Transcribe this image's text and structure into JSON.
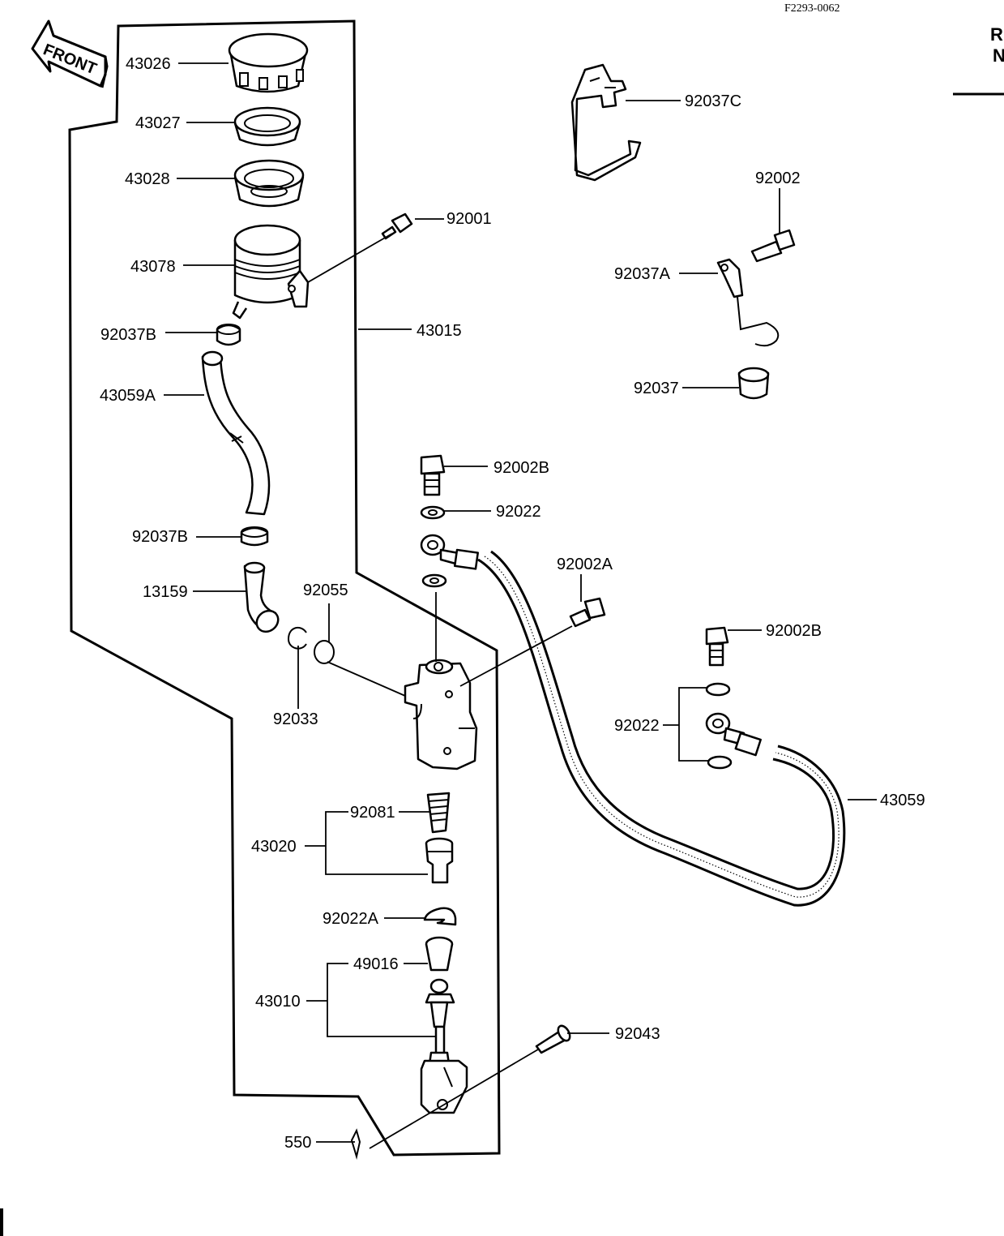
{
  "document": {
    "drawing_code": "F2293-0062",
    "corner_text": [
      "R",
      "N"
    ],
    "direction_label": "FRONT"
  },
  "assembly": {
    "number": "43015"
  },
  "parts": [
    {
      "id": "p-43026",
      "label": "43026"
    },
    {
      "id": "p-43027",
      "label": "43027"
    },
    {
      "id": "p-43028",
      "label": "43028"
    },
    {
      "id": "p-92001",
      "label": "92001"
    },
    {
      "id": "p-43078",
      "label": "43078"
    },
    {
      "id": "p-92037B-upper",
      "label": "92037B"
    },
    {
      "id": "p-43059A",
      "label": "43059A"
    },
    {
      "id": "p-92037B-lower",
      "label": "92037B"
    },
    {
      "id": "p-13159",
      "label": "13159"
    },
    {
      "id": "p-92055",
      "label": "92055"
    },
    {
      "id": "p-92033",
      "label": "92033"
    },
    {
      "id": "p-92037C",
      "label": "92037C"
    },
    {
      "id": "p-92002",
      "label": "92002"
    },
    {
      "id": "p-92037A",
      "label": "92037A"
    },
    {
      "id": "p-92037",
      "label": "92037"
    },
    {
      "id": "p-92002B-upper",
      "label": "92002B"
    },
    {
      "id": "p-92022-upper",
      "label": "92022"
    },
    {
      "id": "p-92002A",
      "label": "92002A"
    },
    {
      "id": "p-92002B-right",
      "label": "92002B"
    },
    {
      "id": "p-92022-right",
      "label": "92022"
    },
    {
      "id": "p-43059",
      "label": "43059"
    },
    {
      "id": "p-92081",
      "label": "92081"
    },
    {
      "id": "p-43020",
      "label": "43020"
    },
    {
      "id": "p-92022A",
      "label": "92022A"
    },
    {
      "id": "p-49016",
      "label": "49016"
    },
    {
      "id": "p-43010",
      "label": "43010"
    },
    {
      "id": "p-92043",
      "label": "92043"
    },
    {
      "id": "p-550",
      "label": "550"
    }
  ]
}
